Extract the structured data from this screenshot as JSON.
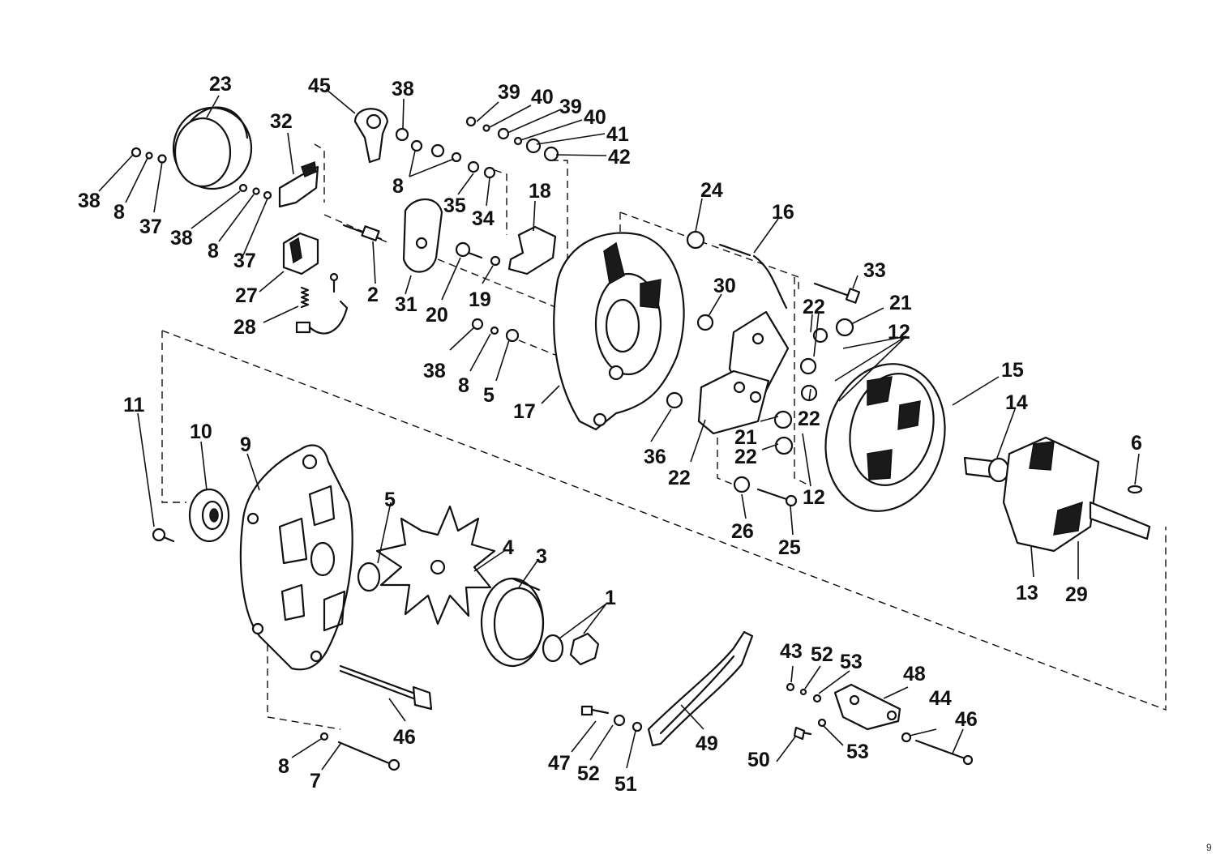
{
  "diagram": {
    "type": "exploded parts diagram",
    "subject": "alternator",
    "callouts": {
      "c1": "1",
      "c2": "2",
      "c3": "3",
      "c4": "4",
      "c5a": "5",
      "c5b": "5",
      "c6": "6",
      "c7": "7",
      "c8a": "8",
      "c8b": "8",
      "c8c": "8",
      "c8d": "8",
      "c8e": "8",
      "c9": "9",
      "c10": "10",
      "c11": "11",
      "c12a": "12",
      "c12b": "12",
      "c13": "13",
      "c14": "14",
      "c15": "15",
      "c16": "16",
      "c17": "17",
      "c18": "18",
      "c19": "19",
      "c20": "20",
      "c21a": "21",
      "c21b": "21",
      "c22a": "22",
      "c22b": "22",
      "c22c": "22",
      "c22d": "22",
      "c23": "23",
      "c24": "24",
      "c25": "25",
      "c26": "26",
      "c27": "27",
      "c28": "28",
      "c29": "29",
      "c30": "30",
      "c31": "31",
      "c32": "32",
      "c33": "33",
      "c34": "34",
      "c35": "35",
      "c36": "36",
      "c37a": "37",
      "c37b": "37",
      "c38a": "38",
      "c38b": "38",
      "c38c": "38",
      "c38d": "38",
      "c39a": "39",
      "c39b": "39",
      "c40a": "40",
      "c40b": "40",
      "c41": "41",
      "c42": "42",
      "c43": "43",
      "c44": "44",
      "c45": "45",
      "c46a": "46",
      "c46b": "46",
      "c47": "47",
      "c48": "48",
      "c49": "49",
      "c50": "50",
      "c51": "51",
      "c52a": "52",
      "c52b": "52",
      "c53a": "53",
      "c53b": "53"
    },
    "corner_mark": "9"
  }
}
